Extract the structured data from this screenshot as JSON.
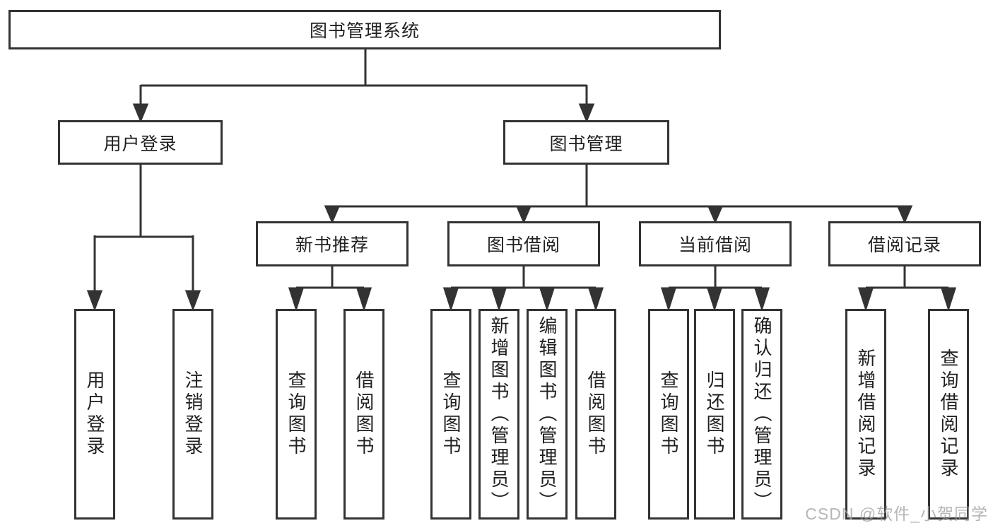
{
  "diagram": {
    "root": {
      "label": "图书管理系统"
    },
    "level2": [
      {
        "label": "用户登录"
      },
      {
        "label": "图书管理"
      }
    ],
    "level3": [
      {
        "label": "新书推荐"
      },
      {
        "label": "图书借阅"
      },
      {
        "label": "当前借阅"
      },
      {
        "label": "借阅记录"
      }
    ],
    "leaves": {
      "user_login": [
        {
          "label": "用户登录"
        },
        {
          "label": "注销登录"
        }
      ],
      "new_book_recommend": [
        {
          "label": "查询图书"
        },
        {
          "label": "借阅图书"
        }
      ],
      "book_borrow": [
        {
          "label": "查询图书"
        },
        {
          "label": "新增图书（管理员）"
        },
        {
          "label": "编辑图书（管理员）"
        },
        {
          "label": "借阅图书"
        }
      ],
      "current_borrow": [
        {
          "label": "查询图书"
        },
        {
          "label": "归还图书"
        },
        {
          "label": "确认归还（管理员）"
        }
      ],
      "borrow_records": [
        {
          "label": "新增借阅记录"
        },
        {
          "label": "查询借阅记录"
        }
      ]
    },
    "watermark": "CSDN @软件_小贺同学",
    "colors": {
      "line": "#333333",
      "text": "#1f1f1f",
      "background": "#ffffff",
      "watermark": "#9e9e9e"
    }
  }
}
